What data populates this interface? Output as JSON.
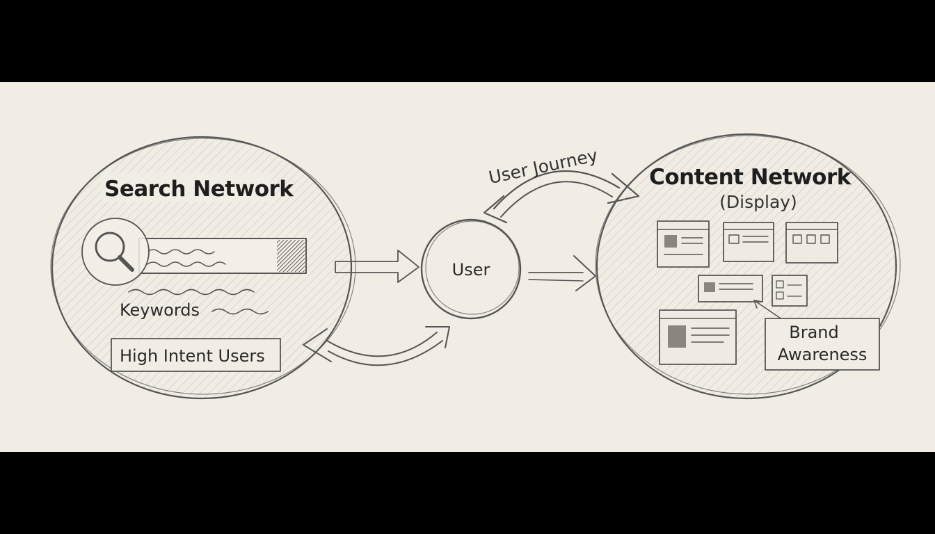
{
  "search_network": {
    "title": "Search Network",
    "keywords_label": "Keywords",
    "audience_label": "High Intent Users"
  },
  "user": {
    "label": "User"
  },
  "journey": {
    "label": "User Journey"
  },
  "content_network": {
    "title": "Content Network",
    "subtitle": "(Display)",
    "callout_line1": "Brand",
    "callout_line2": "Awareness"
  },
  "colors": {
    "paper": "#f1ede5",
    "pencil": "#555555",
    "frame": "#000000"
  },
  "icons": [
    "magnifier-icon",
    "browser-window-icon"
  ]
}
